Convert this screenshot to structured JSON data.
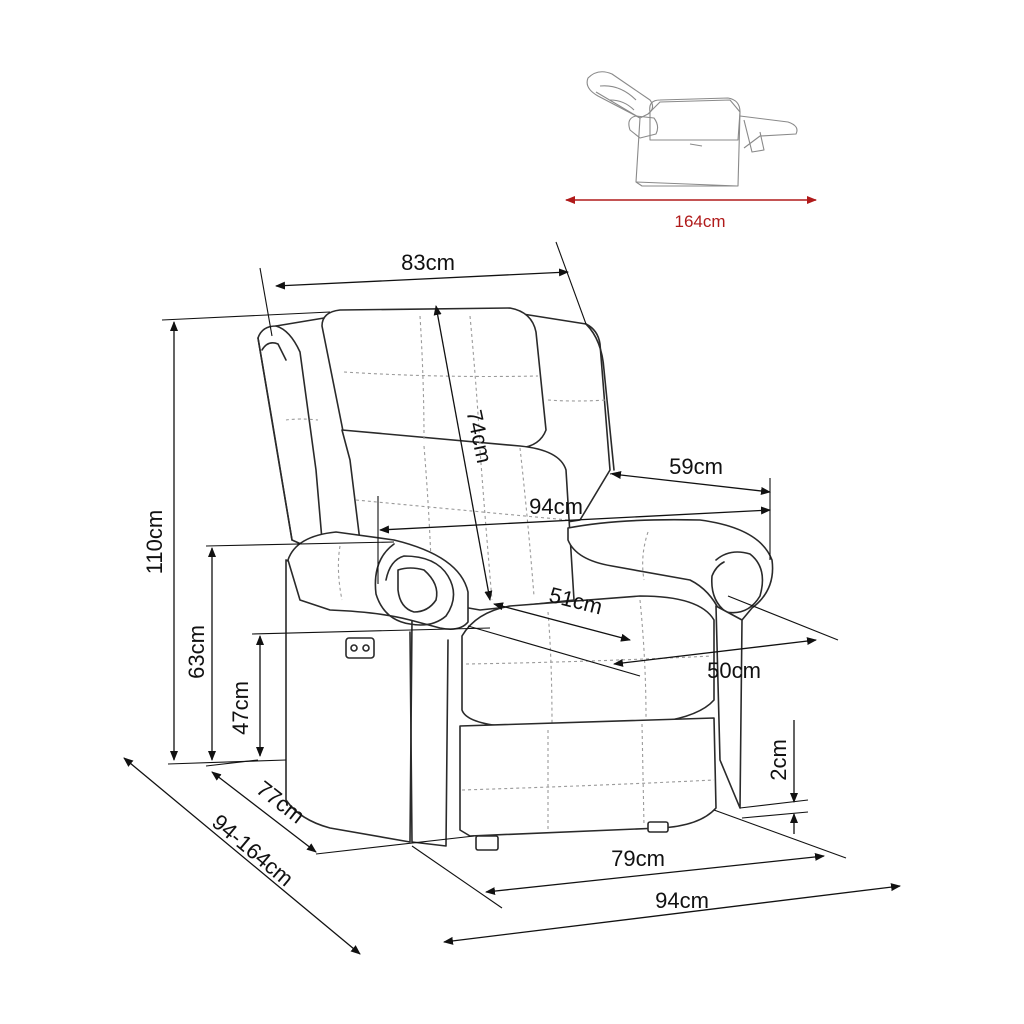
{
  "colors": {
    "line": "#111111",
    "outline": "#2a2a2a",
    "seam": "#9a9a9a",
    "accent_red": "#b01a1a"
  },
  "reclined": {
    "label": "164cm"
  },
  "dimensions": {
    "backrest_width": "83cm",
    "backrest_height": "74cm",
    "seat_to_arm_depth": "59cm",
    "arm_to_arm_width": "94cm",
    "seat_depth": "51cm",
    "seat_width": "50cm",
    "total_height": "110cm",
    "armrest_height": "63cm",
    "seat_height": "47cm",
    "floor_clearance": "2cm",
    "base_depth": "77cm",
    "depth_range": "94-164cm",
    "base_width": "79cm",
    "total_width": "94cm"
  }
}
